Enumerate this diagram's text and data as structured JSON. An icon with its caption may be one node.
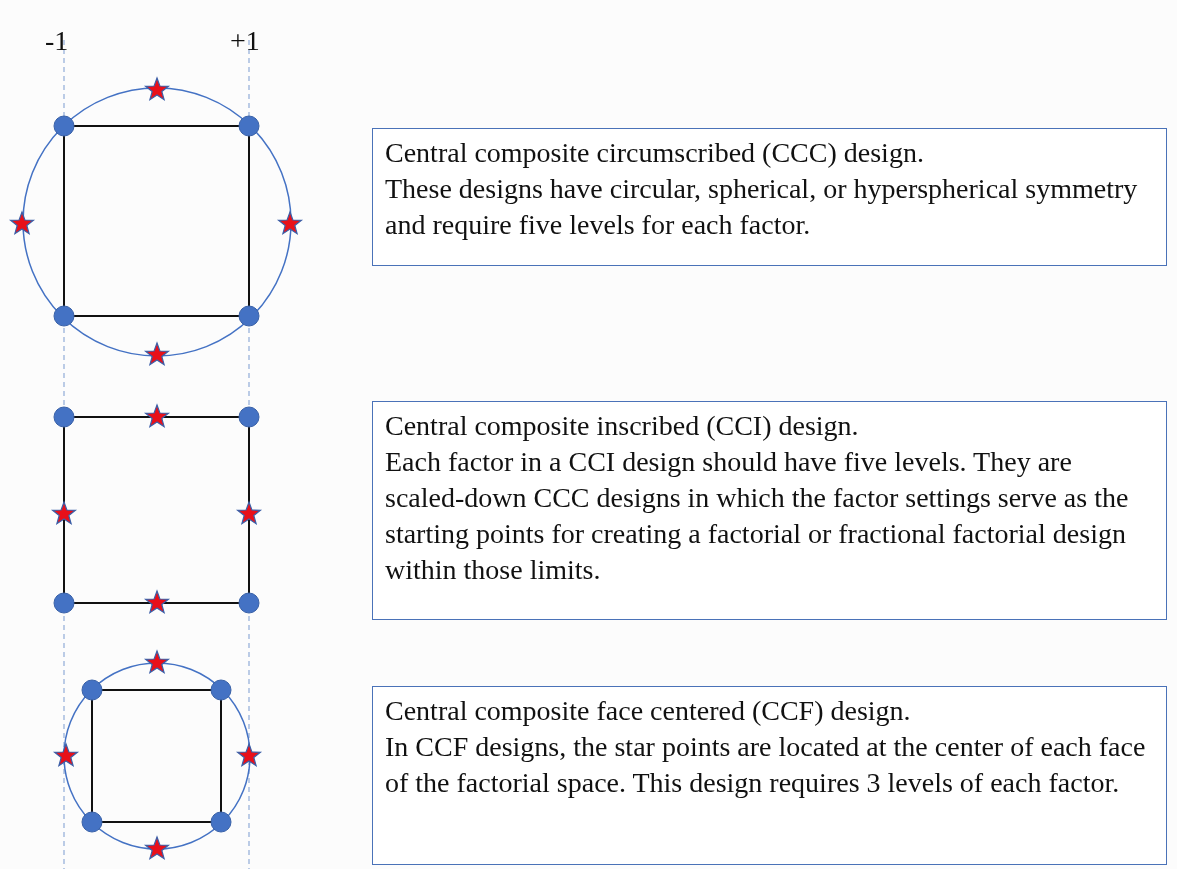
{
  "diagram": {
    "nodes": [
      {
        "text": [
          "Central composite circumscribed (CCC) design.",
          "These designs have circular, spherical, or hyperspherical symmetry and require five levels for each factor."
        ]
      },
      {
        "text": [
          "Central composite inscribed (CCI) design.",
          "Each factor in a CCI design should have five levels. They are scaled-down CCC designs in which the factor settings serve as the starting points for creating a factorial or fractional factorial design within those limits."
        ]
      },
      {
        "text": [
          "Central composite face centered (CCF) design.",
          "In CCF designs, the star points are located at the center of each face of the factorial space. This design requires 3 levels of each factor."
        ]
      }
    ],
    "edges": [],
    "labels": [
      "-1",
      "+1"
    ]
  }
}
